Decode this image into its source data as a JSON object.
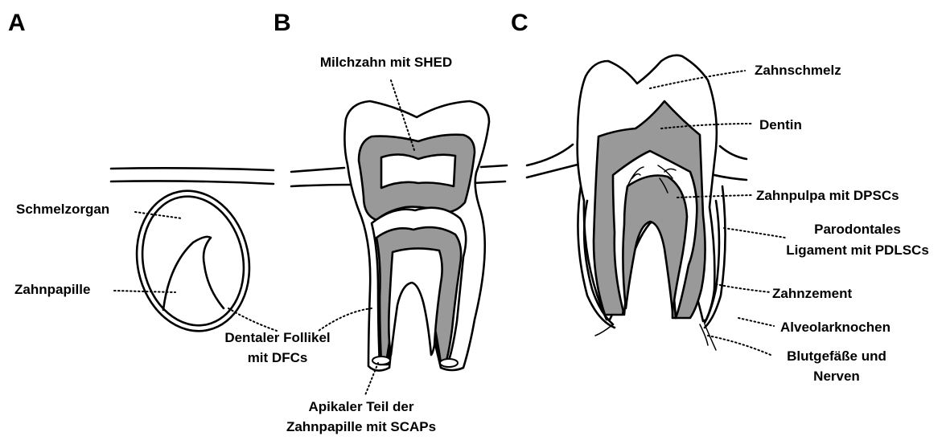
{
  "panels": {
    "a": "A",
    "b": "B",
    "c": "C"
  },
  "labels_a": {
    "schmelzorgan": "Schmelzorgan",
    "zahnpapille": "Zahnpapille",
    "follikel_1": "Dentaler Follikel",
    "follikel_2": "mit DFCs"
  },
  "labels_b": {
    "milchzahn": "Milchzahn mit SHED",
    "apikal_1": "Apikaler Teil der",
    "apikal_2": "Zahnpapille mit SCAPs"
  },
  "labels_c": {
    "zahnschmelz": "Zahnschmelz",
    "dentin": "Dentin",
    "zahnpulpa": "Zahnpulpa mit DPSCs",
    "parodont_1": "Parodontales",
    "parodont_2": "Ligament mit PDLSCs",
    "zahnzement": "Zahnzement",
    "alveolar": "Alveolarknochen",
    "blut_1": "Blutgefäße und",
    "blut_2": "Nerven"
  }
}
